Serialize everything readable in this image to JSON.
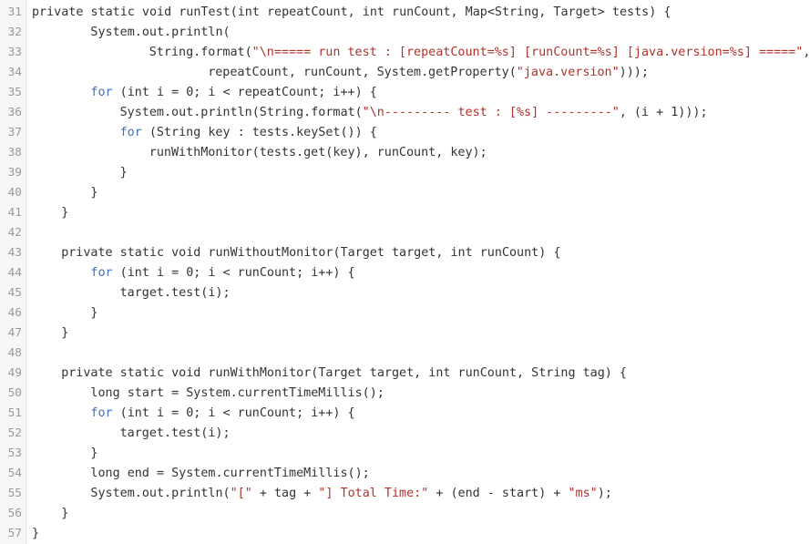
{
  "editor": {
    "lines": [
      {
        "number": "31",
        "indent": 0,
        "tokens": [
          {
            "t": "private static void runTest(int repeatCount, int runCount, Map<String, Target> tests) {",
            "c": "plain"
          }
        ]
      },
      {
        "number": "32",
        "indent": 8,
        "tokens": [
          {
            "t": "System.out.println(",
            "c": "plain"
          }
        ]
      },
      {
        "number": "33",
        "indent": 16,
        "tokens": [
          {
            "t": "String.format(",
            "c": "plain"
          },
          {
            "t": "\"\\n===== run test : [repeatCount=%s] [runCount=%s] [java.version=%s] =====\"",
            "c": "str"
          },
          {
            "t": ",",
            "c": "plain"
          }
        ]
      },
      {
        "number": "34",
        "indent": 24,
        "tokens": [
          {
            "t": "repeatCount, runCount, System.getProperty(",
            "c": "plain"
          },
          {
            "t": "\"java.version\"",
            "c": "str"
          },
          {
            "t": ")));",
            "c": "plain"
          }
        ]
      },
      {
        "number": "35",
        "indent": 8,
        "tokens": [
          {
            "t": "for",
            "c": "ctl"
          },
          {
            "t": " (int i = 0; i < repeatCount; i++) {",
            "c": "plain"
          }
        ]
      },
      {
        "number": "36",
        "indent": 12,
        "tokens": [
          {
            "t": "System.out.println(String.format(",
            "c": "plain"
          },
          {
            "t": "\"\\n--------- test : [%s] ---------\"",
            "c": "str"
          },
          {
            "t": ", (i + 1)));",
            "c": "plain"
          }
        ]
      },
      {
        "number": "37",
        "indent": 12,
        "tokens": [
          {
            "t": "for",
            "c": "ctl"
          },
          {
            "t": " (String key : tests.keySet()) {",
            "c": "plain"
          }
        ]
      },
      {
        "number": "38",
        "indent": 16,
        "tokens": [
          {
            "t": "runWithMonitor(tests.get(key), runCount, key);",
            "c": "plain"
          }
        ]
      },
      {
        "number": "39",
        "indent": 12,
        "tokens": [
          {
            "t": "}",
            "c": "plain"
          }
        ]
      },
      {
        "number": "40",
        "indent": 8,
        "tokens": [
          {
            "t": "}",
            "c": "plain"
          }
        ]
      },
      {
        "number": "41",
        "indent": 4,
        "tokens": [
          {
            "t": "}",
            "c": "plain"
          }
        ]
      },
      {
        "number": "42",
        "indent": 0,
        "tokens": []
      },
      {
        "number": "43",
        "indent": 4,
        "tokens": [
          {
            "t": "private static void runWithoutMonitor(Target target, int runCount) {",
            "c": "plain"
          }
        ]
      },
      {
        "number": "44",
        "indent": 8,
        "tokens": [
          {
            "t": "for",
            "c": "ctl"
          },
          {
            "t": " (int i = 0; i < runCount; i++) {",
            "c": "plain"
          }
        ]
      },
      {
        "number": "45",
        "indent": 12,
        "tokens": [
          {
            "t": "target.test(i);",
            "c": "plain"
          }
        ]
      },
      {
        "number": "46",
        "indent": 8,
        "tokens": [
          {
            "t": "}",
            "c": "plain"
          }
        ]
      },
      {
        "number": "47",
        "indent": 4,
        "tokens": [
          {
            "t": "}",
            "c": "plain"
          }
        ]
      },
      {
        "number": "48",
        "indent": 0,
        "tokens": []
      },
      {
        "number": "49",
        "indent": 4,
        "tokens": [
          {
            "t": "private static void runWithMonitor(Target target, int runCount, String tag) {",
            "c": "plain"
          }
        ]
      },
      {
        "number": "50",
        "indent": 8,
        "tokens": [
          {
            "t": "long start = System.currentTimeMillis();",
            "c": "plain"
          }
        ]
      },
      {
        "number": "51",
        "indent": 8,
        "tokens": [
          {
            "t": "for",
            "c": "ctl"
          },
          {
            "t": " (int i = 0; i < runCount; i++) {",
            "c": "plain"
          }
        ]
      },
      {
        "number": "52",
        "indent": 12,
        "tokens": [
          {
            "t": "target.test(i);",
            "c": "plain"
          }
        ]
      },
      {
        "number": "53",
        "indent": 8,
        "tokens": [
          {
            "t": "}",
            "c": "plain"
          }
        ]
      },
      {
        "number": "54",
        "indent": 8,
        "tokens": [
          {
            "t": "long end = System.currentTimeMillis();",
            "c": "plain"
          }
        ]
      },
      {
        "number": "55",
        "indent": 8,
        "tokens": [
          {
            "t": "System.out.println(",
            "c": "plain"
          },
          {
            "t": "\"[\"",
            "c": "str"
          },
          {
            "t": " + tag + ",
            "c": "plain"
          },
          {
            "t": "\"] Total Time:\"",
            "c": "str"
          },
          {
            "t": " + (end - start) + ",
            "c": "plain"
          },
          {
            "t": "\"ms\"",
            "c": "str"
          },
          {
            "t": ");",
            "c": "plain"
          }
        ]
      },
      {
        "number": "56",
        "indent": 4,
        "tokens": [
          {
            "t": "}",
            "c": "plain"
          }
        ]
      },
      {
        "number": "57",
        "indent": 0,
        "tokens": [
          {
            "t": "}",
            "c": "plain"
          }
        ]
      }
    ]
  },
  "colors": {
    "background": "#ffffff",
    "gutter": "#f7f7f7",
    "line_number": "#999999",
    "code_text": "#333333",
    "control_keyword": "#3c6fc6",
    "string_literal": "#b2322a"
  }
}
